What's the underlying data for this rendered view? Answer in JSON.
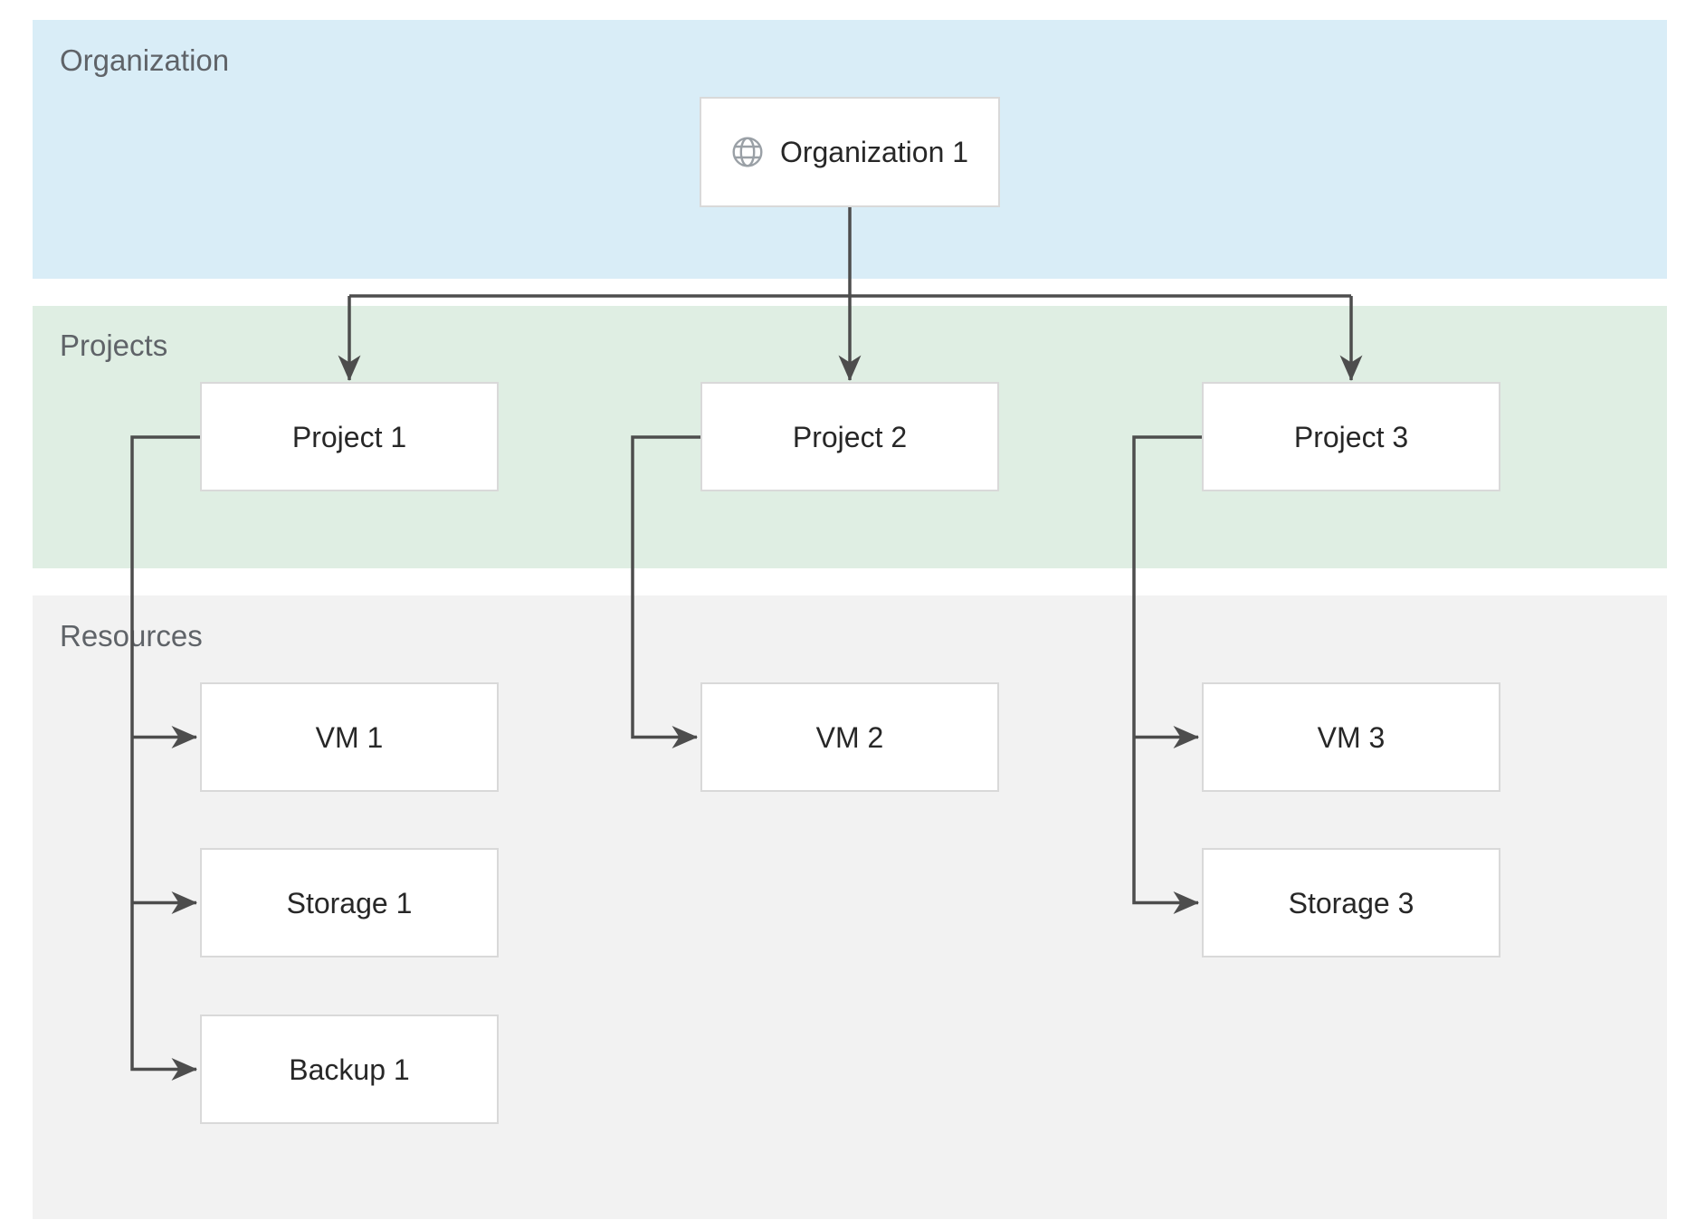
{
  "diagram": {
    "bands": [
      {
        "id": "organization",
        "label": "Organization"
      },
      {
        "id": "projects",
        "label": "Projects"
      },
      {
        "id": "resources",
        "label": "Resources"
      }
    ],
    "nodes": {
      "org1": {
        "label": "Organization 1",
        "icon": "globe-icon"
      },
      "project1": {
        "label": "Project 1"
      },
      "project2": {
        "label": "Project 2"
      },
      "project3": {
        "label": "Project 3"
      },
      "vm1": {
        "label": "VM 1"
      },
      "storage1": {
        "label": "Storage 1"
      },
      "backup1": {
        "label": "Backup 1"
      },
      "vm2": {
        "label": "VM 2"
      },
      "vm3": {
        "label": "VM 3"
      },
      "storage3": {
        "label": "Storage 3"
      }
    },
    "edges": [
      {
        "from": "org1",
        "to": "project1"
      },
      {
        "from": "org1",
        "to": "project2"
      },
      {
        "from": "org1",
        "to": "project3"
      },
      {
        "from": "project1",
        "to": "vm1"
      },
      {
        "from": "project1",
        "to": "storage1"
      },
      {
        "from": "project1",
        "to": "backup1"
      },
      {
        "from": "project2",
        "to": "vm2"
      },
      {
        "from": "project3",
        "to": "vm3"
      },
      {
        "from": "project3",
        "to": "storage3"
      }
    ],
    "colors": {
      "organization_band": "#d9edf7",
      "projects_band": "#dfeee3",
      "resources_band": "#f2f2f2",
      "connector": "#4d4d4d",
      "node_border": "#d9d9d9",
      "node_background": "#ffffff",
      "band_label": "#5f6368",
      "node_label": "#272727",
      "globe_icon": "#9aa0a6"
    }
  }
}
